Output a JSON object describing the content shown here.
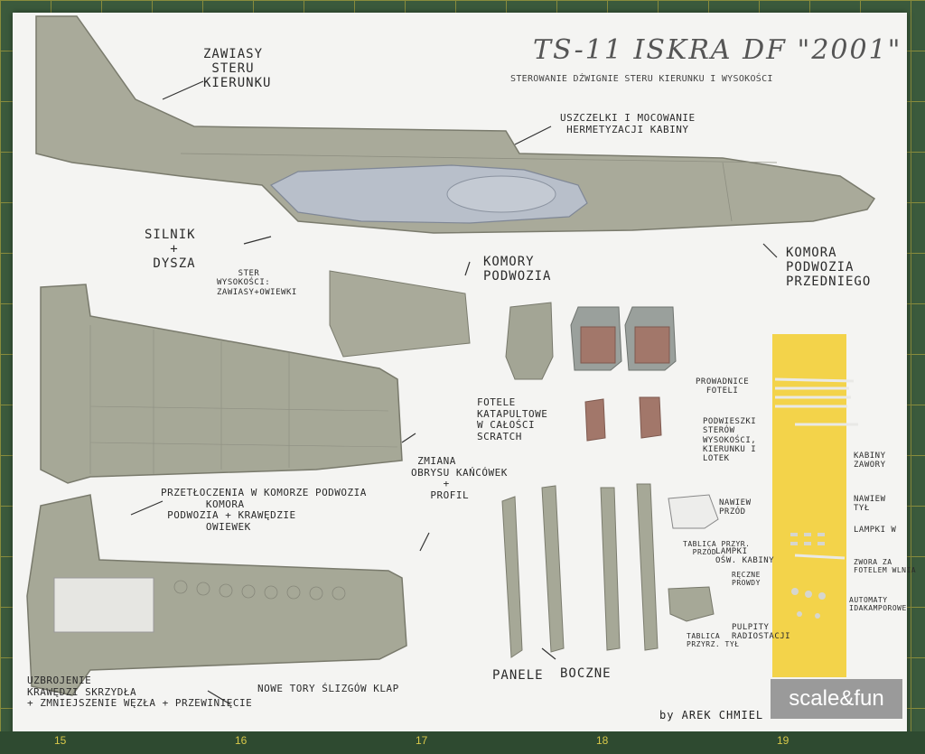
{
  "title": "TS-11 ISKRA DF \"2001\"",
  "subtitle": "STEROWANIE DŹWIGNIE STERU KIERUNKU I WYSOKOŚCI",
  "signature": "by AREK CHMIEL",
  "logo": "scale&fun",
  "annotations": {
    "zawiasy": "ZAWIASY\n STERU\nKIERUNKU",
    "uszczelki": "USZCZELKI I MOCOWANIE\n HERMETYZACJI KABINY",
    "silnik": "SILNIK\n   +\n DYSZA",
    "ster": "    STER\nWYSOKOŚCI:\nZAWIASY+OWIEWKI",
    "komory": "KOMORY\nPODWOZIA",
    "komora_przednia": "KOMORA\nPODWOZIA\nPRZEDNIEGO",
    "prowadnice": "PROWADNICE\n  FOTELI",
    "fotele": "FOTELE\nKATAPULTOWE\nW CAŁOŚCI\nSCRATCH",
    "zmiana": " ZMIANA\nOBRYSU KAŃCÓWEK\n     +\n   PROFIL",
    "podwieszki": "PODWIESZKI\nSTERÓW\nWYSOKOŚCI,\nKIERUNKU I\nLOTEK",
    "kabiny_zawory": "KABINY\nZAWORY",
    "nawiew_przod": "NAWIEW\nPRZÓD",
    "nawiew_tyl": "NAWIEW\nTYŁ",
    "lampki_w": "LAMPKI W",
    "tablica_przod": "TABLICA PRZYR.\n  PRZÓD",
    "lampki_osw": "LAMPKI\nOŚW. KABINY",
    "reczne": "RĘCZNE\nPROWDY",
    "zwora": "ZWORA ZA\nFOTELEM WLNIA",
    "automaty": "AUTOMATY\nIDAKAMPOROWE",
    "pulpity": "PULPITY\nRADIOSTACJI",
    "tablica_tyl": "TABLICA\nPRZYRZ. TYŁ",
    "przetloczenia": "PRZETŁOCZENIA W KOMORZE PODWOZIA\n       KOMORA\n PODWOZIA + KRAWĘDZIE\n       OWIEWEK",
    "uzbrojenie": "UZBROJENIE\nKRAWĘDZI SKRZYDŁA\n+ ZMNIEJSZENIE WĘZŁA + PRZEWINIĘCIE",
    "nowe_tory": "NOWE TORY ŚLIZGÓW KLAP",
    "panele": "PANELE",
    "boczne": "BOCZNE"
  },
  "ruler_marks": [
    "15",
    "16",
    "17",
    "18",
    "19"
  ],
  "colors": {
    "mat": "#3b5a3c",
    "board": "#f4f4f2",
    "resin_grey": "#a9aa9a",
    "canopy": "#b8bfca",
    "seat_cushion": "#a2776a",
    "tape": "#f3d34a"
  }
}
